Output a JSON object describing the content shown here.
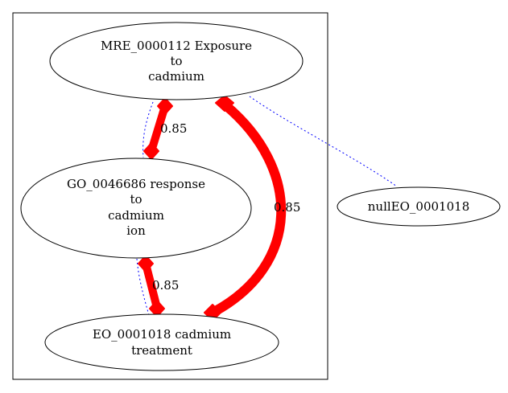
{
  "diagram": {
    "nodes": [
      {
        "id": "mre",
        "lines": [
          "MRE_0000112 Exposure",
          "to",
          "cadmium"
        ]
      },
      {
        "id": "go",
        "lines": [
          "GO_0046686 response",
          "to",
          "cadmium",
          "ion"
        ]
      },
      {
        "id": "eo",
        "lines": [
          "EO_0001018 cadmium",
          "treatment"
        ]
      },
      {
        "id": "null",
        "lines": [
          "nullEO_0001018"
        ]
      }
    ],
    "edges": [
      {
        "id": "mre-go",
        "from": "mre",
        "to": "go",
        "weight": "0.85"
      },
      {
        "id": "go-eo",
        "from": "go",
        "to": "eo",
        "weight": "0.85"
      },
      {
        "id": "mre-eo",
        "from": "mre",
        "to": "eo",
        "weight": "0.85"
      }
    ],
    "dotted_links": [
      {
        "from": "mre",
        "to": "go"
      },
      {
        "from": "go",
        "to": "eo"
      },
      {
        "from": "mre",
        "to": "null"
      }
    ],
    "colors": {
      "edge": "#ff0000",
      "dotted": "#0000ff",
      "stroke": "#000000"
    }
  }
}
